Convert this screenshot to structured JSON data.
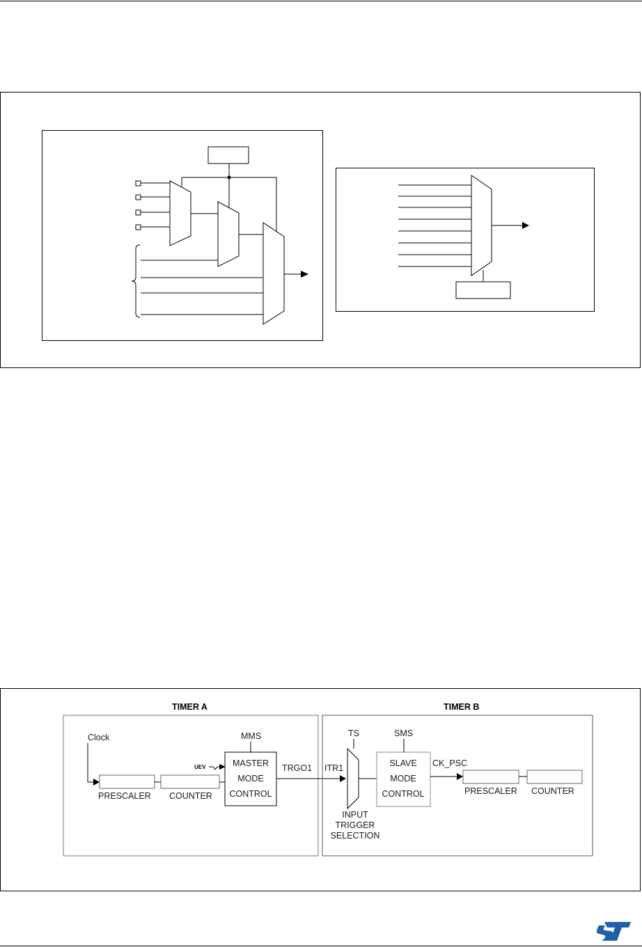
{
  "timer_diagram": {
    "timer_a": {
      "title": "TIMER A",
      "clock_label": "Clock",
      "prescaler_label": "PRESCALER",
      "counter_label": "COUNTER",
      "uev_label": "UEV",
      "mms_label": "MMS",
      "master_line1": "MASTER",
      "master_line2": "MODE",
      "master_line3": "CONTROL",
      "trgo_label": "TRGO1"
    },
    "timer_b": {
      "title": "TIMER B",
      "itr_label": "ITR1",
      "ts_label": "TS",
      "sms_label": "SMS",
      "slave_line1": "SLAVE",
      "slave_line2": "MODE",
      "slave_line3": "CONTROL",
      "ck_psc_label": "CK_PSC",
      "prescaler_label": "PRESCALER",
      "counter_label": "COUNTER",
      "input_line1": "INPUT",
      "input_line2": "TRIGGER",
      "input_line3": "SELECTION"
    }
  },
  "footer": {
    "logo_icon": "st-logo-icon",
    "logo_color": "#1f5fae"
  }
}
